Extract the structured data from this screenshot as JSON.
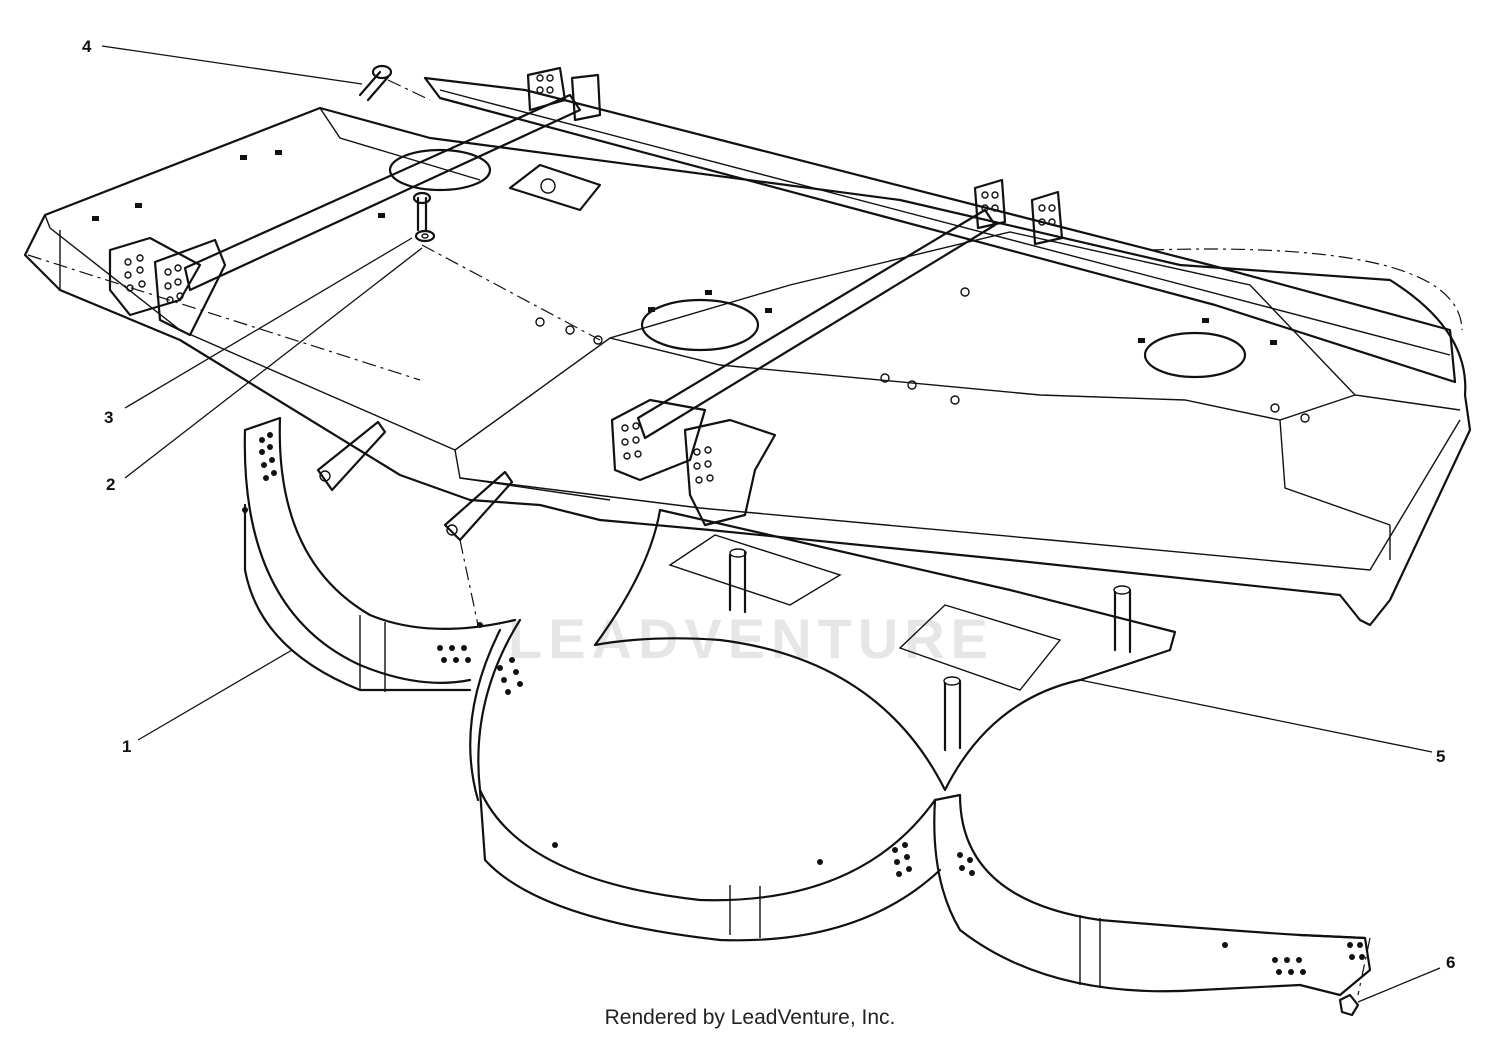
{
  "callouts": [
    {
      "label": "4"
    },
    {
      "label": "3"
    },
    {
      "label": "2"
    },
    {
      "label": "1"
    },
    {
      "label": "5"
    },
    {
      "label": "6"
    }
  ],
  "watermark": "LEADVENTURE",
  "footer": "Rendered by LeadVenture, Inc."
}
